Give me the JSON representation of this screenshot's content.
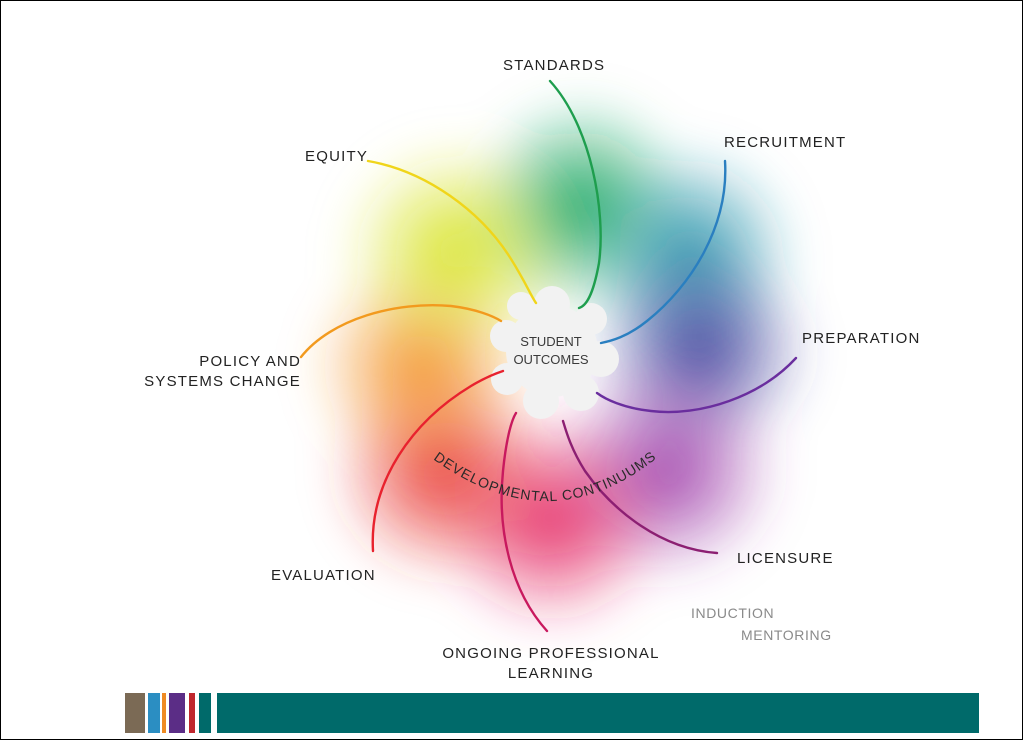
{
  "center": {
    "line1": "STUDENT",
    "line2": "OUTCOMES"
  },
  "ring_label": "DEVELOPMENTAL CONTINUUMS",
  "labels": {
    "standards": "STANDARDS",
    "recruitment": "RECRUITMENT",
    "preparation": "PREPARATION",
    "licensure": "LICENSURE",
    "induction": "INDUCTION",
    "mentoring": "MENTORING",
    "ongoing_line1": "ONGOING PROFESSIONAL",
    "ongoing_line2": "LEARNING",
    "evaluation": "EVALUATION",
    "policy_line1": "POLICY AND",
    "policy_line2": "SYSTEMS CHANGE",
    "equity": "EQUITY"
  },
  "colors": {
    "standards": "#1e9e4e",
    "recruitment": "#2a7fc0",
    "preparation": "#6a2e9e",
    "licensure": "#8c1f72",
    "ongoing": "#c8195e",
    "evaluation": "#e8222e",
    "policy": "#f29a1e",
    "equity": "#f0d51a",
    "footer_bar": "#006a6a",
    "stripe_brown": "#7b6a55",
    "stripe_blue": "#2b8ec2",
    "stripe_orange": "#ef8a22",
    "stripe_purple": "#5b2d86",
    "stripe_red": "#c0272d",
    "stripe_teal": "#006a6a"
  }
}
